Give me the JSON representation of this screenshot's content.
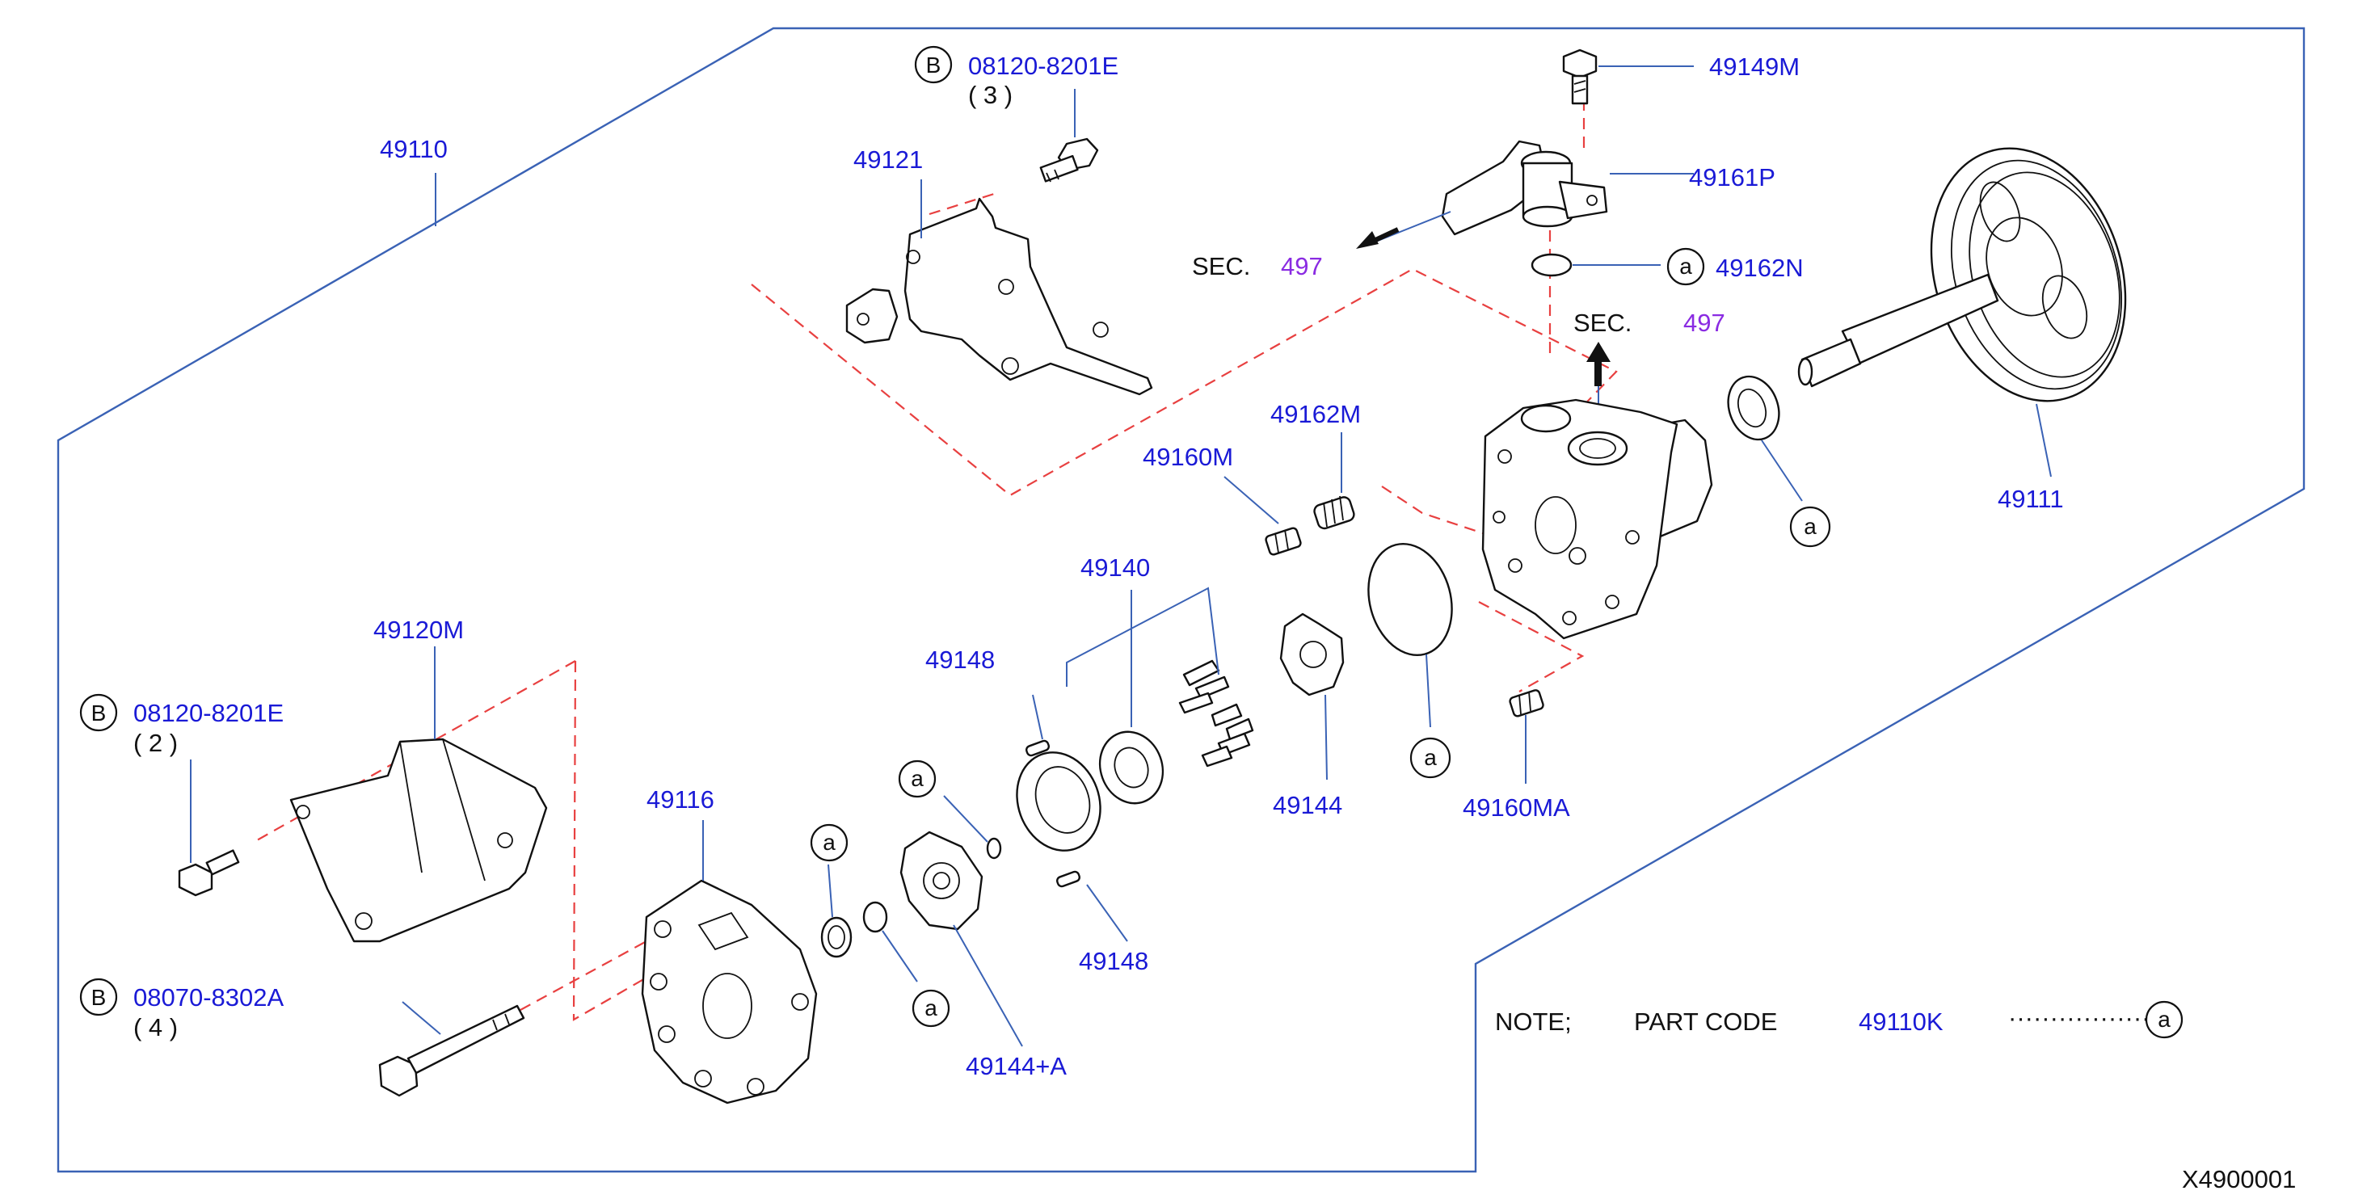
{
  "labels": {
    "p49110": "49110",
    "p49121": "49121",
    "bolt_b1_code": "08120-8201E",
    "bolt_b1_qty": "( 3 )",
    "p49149M": "49149M",
    "p49161P": "49161P",
    "p49162N": "49162N",
    "sec_prefix_1": "SEC.",
    "sec_num_1": "497",
    "sec_prefix_2": "SEC.",
    "sec_num_2": "497",
    "p49111": "49111",
    "p49162M": "49162M",
    "p49160M": "49160M",
    "p49140": "49140",
    "p49148_top": "49148",
    "p49148_bottom": "49148",
    "p49144": "49144",
    "p49160MA": "49160MA",
    "p49120M": "49120M",
    "bolt_b2_code": "08120-8201E",
    "bolt_b2_qty": "( 2 )",
    "p49116": "49116",
    "bolt_b3_code": "08070-8302A",
    "bolt_b3_qty": "( 4 )",
    "p49144A": "49144+A"
  },
  "markers": {
    "b_letter": "B",
    "a_letter": "a"
  },
  "note": {
    "note_label": "NOTE;",
    "part_code_label": "PART  CODE",
    "part_code": "49110K",
    "dots": "·················",
    "suffix": "a"
  },
  "figure_id": "X4900001",
  "colors": {
    "part_number": "#1a1ad6",
    "section_number": "#8a2be2",
    "leader": "#3a62b5",
    "dashed": "#e84040"
  }
}
